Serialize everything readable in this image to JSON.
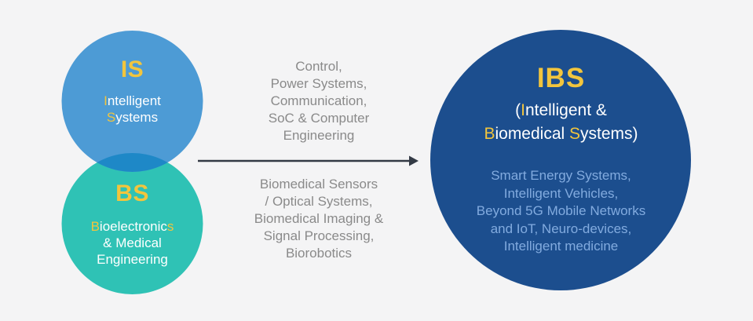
{
  "colors": {
    "background": "#F4F4F5",
    "is-blue": "#4D9BD5",
    "bs-teal": "#2FC2B5",
    "overlap-blue": "#1E88C7",
    "ibs-navy": "#1C4E8E",
    "accent-yellow": "#F2C53D",
    "white-text": "#FFFFFF",
    "gray-text": "#8A8A8A",
    "light-blue-text": "#82ABDF",
    "arrow": "#333A45"
  },
  "is_circle": {
    "abbr": "IS",
    "name_line1": {
      "highlight": "I",
      "rest": "ntelligent"
    },
    "name_line2": {
      "highlight": "S",
      "rest": "ystems"
    }
  },
  "bs_circle": {
    "abbr": "BS",
    "name_line1": {
      "highlight_start": "B",
      "middle": "ioelectronic",
      "highlight_end": "s"
    },
    "name_line2": "& Medical",
    "name_line3": "Engineering"
  },
  "middle": {
    "top_lines": [
      "Control,",
      "Power Systems,",
      "Communication,",
      "SoC & Computer",
      "Engineering"
    ],
    "bottom_lines": [
      "Biomedical Sensors",
      "/ Optical Systems,",
      "Biomedical Imaging &",
      "Signal Processing,",
      "Biorobotics"
    ]
  },
  "ibs_circle": {
    "abbr": "IBS",
    "name_line1": {
      "open": "(",
      "highlight": "I",
      "rest": "ntelligent &"
    },
    "name_line2": {
      "highlight1": "B",
      "rest1": "iomedical ",
      "highlight2": "S",
      "rest2": "ystems)"
    },
    "body_lines": [
      "Smart Energy Systems,",
      "Intelligent Vehicles,",
      "Beyond 5G Mobile Networks",
      "and IoT, Neuro-devices,",
      "Intelligent medicine"
    ]
  }
}
